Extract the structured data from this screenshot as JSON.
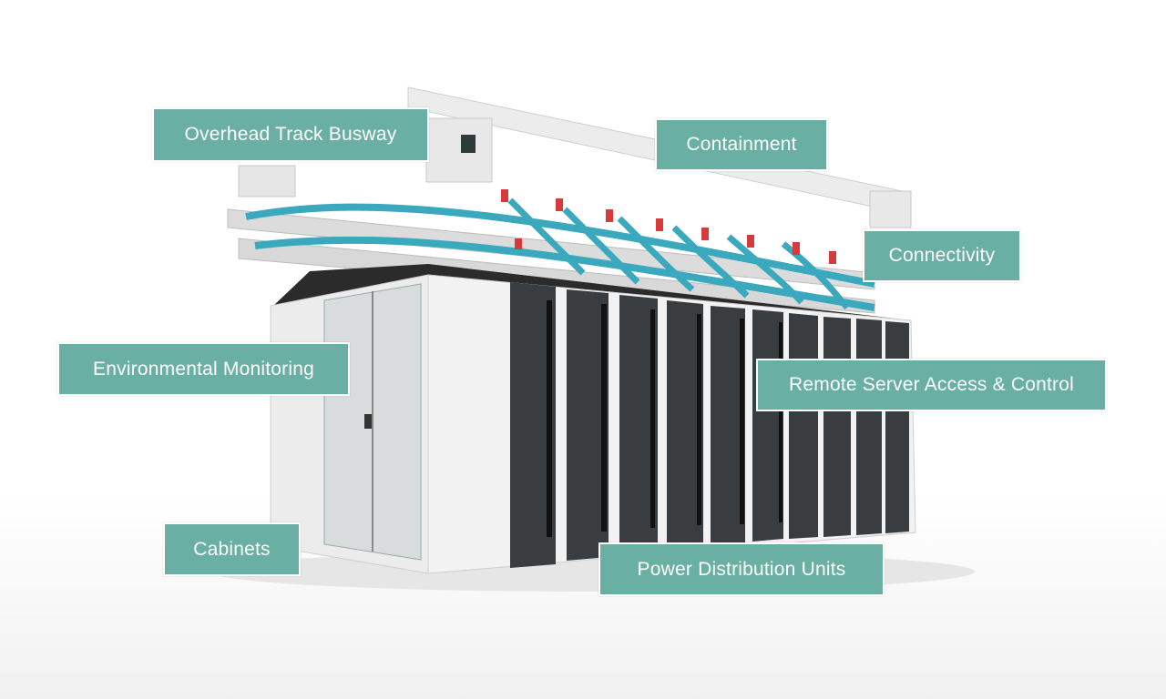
{
  "labels": {
    "overhead_track_busway": "Overhead Track Busway",
    "containment": "Containment",
    "connectivity": "Connectivity",
    "environmental_monitoring": "Environmental Monitoring",
    "remote_server_access": "Remote Server Access & Control",
    "cabinets": "Cabinets",
    "power_distribution_units": "Power Distribution Units"
  },
  "colors": {
    "label_bg": "#6aafa3",
    "cable": "#3aa9bd",
    "connector": "#d63a3a"
  }
}
